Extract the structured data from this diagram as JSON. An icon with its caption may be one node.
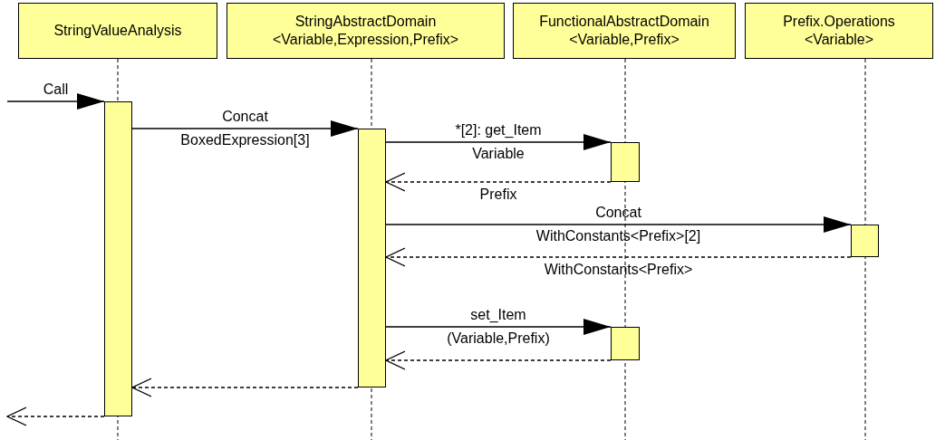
{
  "diagram": {
    "nodes": [
      {
        "text": [
          "StringValueAnalysis"
        ]
      },
      {
        "text": [
          "StringAbstractDomain <Variable,Expression,Prefix>"
        ]
      },
      {
        "text": [
          "FunctionalAbstractDomain <Variable,Prefix>"
        ]
      },
      {
        "text": [
          "Prefix.Operations <Variable>"
        ]
      },
      {
        "text": [],
        "shape": "bar"
      },
      {
        "text": [],
        "shape": "bar"
      },
      {
        "text": [],
        "shape": "bar"
      },
      {
        "text": [],
        "shape": "bar"
      },
      {
        "text": [],
        "shape": "bar"
      }
    ],
    "edges": [
      {
        "from": null,
        "to": 4,
        "arrow": "to",
        "label": "Call"
      },
      {
        "from": 4,
        "to": 5,
        "arrow": "to",
        "label": "Concat BoxedExpression[3]"
      },
      {
        "from": 5,
        "to": 6,
        "arrow": "to",
        "label": "*[2]: get_Item Variable"
      },
      {
        "from": 6,
        "to": 5,
        "arrow": "to",
        "label": "Prefix",
        "style": "dashed"
      },
      {
        "from": 5,
        "to": 7,
        "arrow": "to",
        "label": "Concat WithConstants<Prefix>[2]"
      },
      {
        "from": 7,
        "to": 5,
        "arrow": "to",
        "label": "WithConstants<Prefix>",
        "style": "dashed"
      },
      {
        "from": 5,
        "to": 8,
        "arrow": "to",
        "label": "set_Item (Variable,Prefix)"
      },
      {
        "from": 8,
        "to": 5,
        "arrow": "to",
        "style": "dashed"
      },
      {
        "from": 5,
        "to": 4,
        "arrow": "to",
        "style": "dashed"
      },
      {
        "from": 4,
        "to": null,
        "arrow": "to",
        "style": "dashed"
      }
    ]
  }
}
